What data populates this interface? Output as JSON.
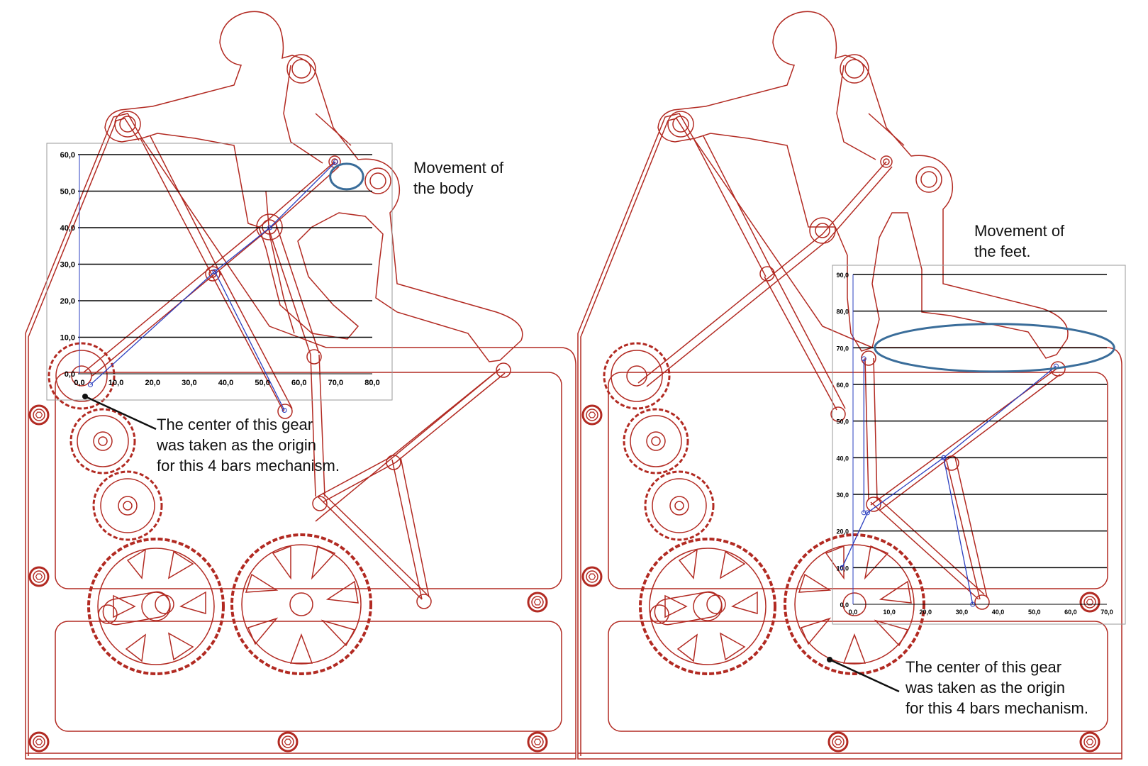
{
  "colors": {
    "outline": "#b22a22",
    "curve": "#3a6d9a",
    "link_blue": "#2b3fc0",
    "grid": "#000000",
    "plot_border": "#9a9a9a"
  },
  "left_panel": {
    "annotation_body": "Movement of\nthe body",
    "annotation_origin": "The center of this gear\nwas taken as the origin\nfor this 4 bars mechanism."
  },
  "right_panel": {
    "annotation_feet": "Movement of\nthe feet.",
    "annotation_origin": "The center of this gear\nwas taken as the origin\nfor this 4 bars mechanism."
  },
  "chart_data": [
    {
      "type": "line",
      "x_ticks": [
        "0,0",
        "10,0",
        "20,0",
        "30,0",
        "40,0",
        "50,0",
        "60,0",
        "70,0",
        "80,0"
      ],
      "y_ticks": [
        "0,0",
        "10,0",
        "20,0",
        "30,0",
        "40,0",
        "50,0",
        "60,0"
      ],
      "xlim": [
        0,
        80
      ],
      "ylim": [
        0,
        60
      ],
      "grid": "horizontal",
      "series": [
        {
          "x": [
            3,
            37,
            52,
            70
          ],
          "y": [
            -3,
            28,
            40,
            58
          ]
        },
        {
          "x": [
            37,
            56
          ],
          "y": [
            28,
            -10
          ]
        }
      ],
      "trajectory": {
        "center": [
          73,
          54
        ],
        "radius_x": 4.5,
        "radius_y": 3.5
      }
    },
    {
      "type": "line",
      "x_ticks": [
        "0,0",
        "10,0",
        "20,0",
        "30,0",
        "40,0",
        "50,0",
        "60,0",
        "70,0"
      ],
      "y_ticks": [
        "0,0",
        "10,0",
        "20,0",
        "30,0",
        "40,0",
        "50,0",
        "60,0",
        "70,0",
        "80,0",
        "90,0"
      ],
      "xlim": [
        0,
        70
      ],
      "ylim": [
        0,
        90
      ],
      "grid": "horizontal",
      "series": [
        {
          "x": [
            -3,
            4,
            25,
            56
          ],
          "y": [
            10,
            25,
            40,
            65
          ]
        },
        {
          "x": [
            25,
            33
          ],
          "y": [
            40,
            0
          ]
        },
        {
          "x": [
            3,
            3
          ],
          "y": [
            67,
            25
          ]
        }
      ],
      "trajectory": {
        "center": [
          39,
          70
        ],
        "radius_x": 33,
        "radius_y": 6.5
      }
    }
  ]
}
